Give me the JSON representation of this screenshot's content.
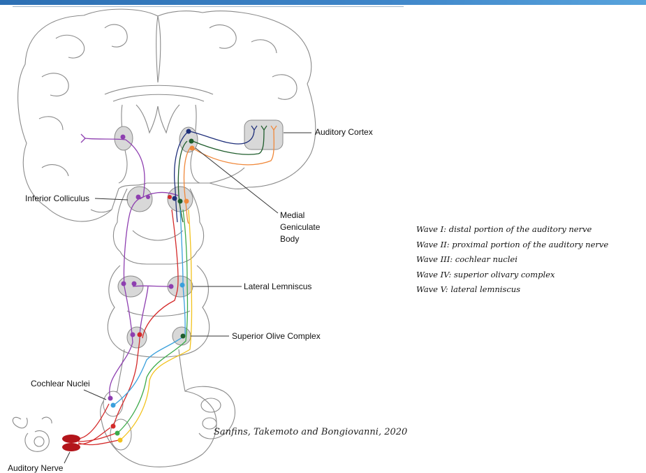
{
  "labels": {
    "auditory_cortex": "Auditory Cortex",
    "inferior_colliculus": "Inferior Colliculus",
    "medial_geniculate": [
      "Medial",
      "Geniculate",
      "Body"
    ],
    "lateral_lemniscus": "Lateral Lemniscus",
    "superior_olive": "Superior Olive Complex",
    "cochlear_nuclei": "Cochlear Nuclei",
    "auditory_nerve": "Auditory Nerve"
  },
  "waves": [
    "Wave I: distal portion of the auditory nerve",
    "Wave II: proximal portion of the auditory nerve",
    "Wave III: cochlear nuclei",
    "Wave IV: superior olivary complex",
    "Wave V: lateral lemniscus"
  ],
  "credit": "Sanfins, Takemoto and Bongiovanni, 2020",
  "colors": {
    "outline": "#8a8a8a",
    "nucleus_fill": "#d8d8d8",
    "purple": "#8e3fb0",
    "navy": "#1f2f7a",
    "darkgreen": "#1f5d2c",
    "orange": "#f0883a",
    "red": "#d42a2a",
    "blue": "#3aa0dc",
    "green": "#3caa4a",
    "yellow": "#f2c21c",
    "nerve": "#b3151b"
  }
}
